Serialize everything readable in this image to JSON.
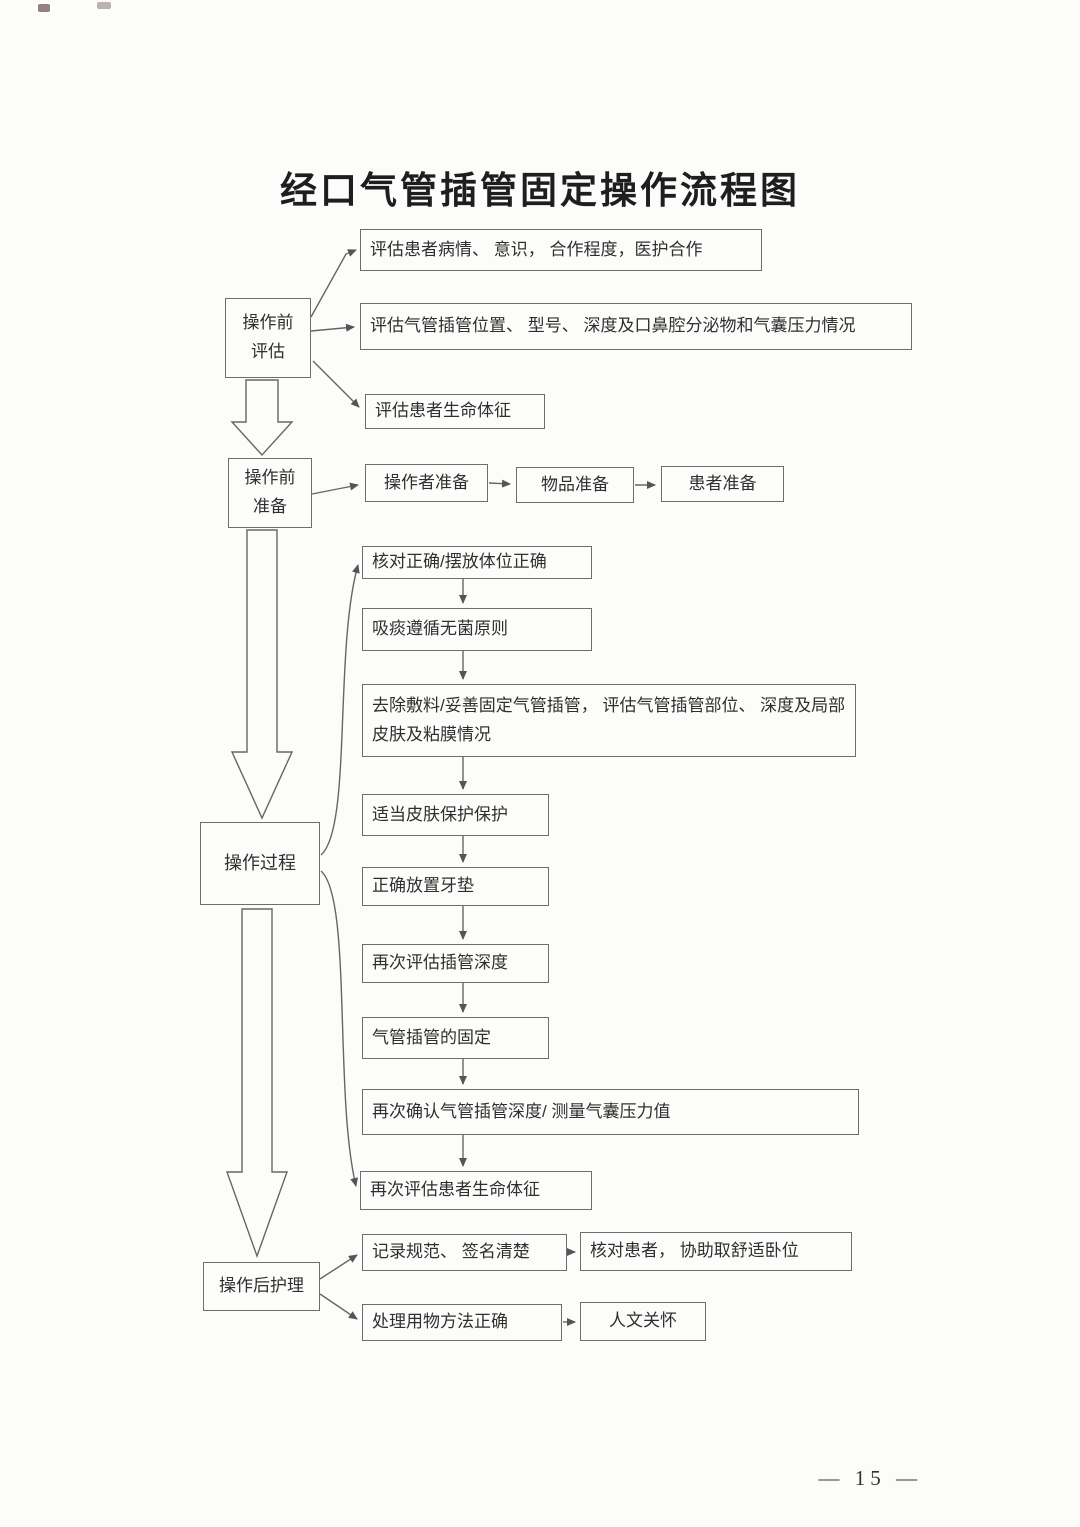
{
  "colors": {
    "paper": "#fcfcfb",
    "ink": "#2f2f2f",
    "line": "#6a6a6a"
  },
  "title": "经口气管插管固定操作流程图",
  "stages": {
    "pre_assessment": {
      "line1": "操作前",
      "line2": "评估"
    },
    "pre_preparation": {
      "line1": "操作前",
      "line2": "准备"
    },
    "process": "操作过程",
    "post_care": "操作后护理"
  },
  "assessment": {
    "condition": "评估患者病情、 意识， 合作程度，医护合作",
    "tube": "评估气管插管位置、 型号、 深度及口鼻腔分泌物和气囊压力情况",
    "vitals": "评估患者生命体征"
  },
  "preparation": {
    "operator": "操作者准备",
    "items": "物品准备",
    "patient": "患者准备"
  },
  "process_steps": [
    "核对正确/摆放体位正确",
    "吸痰遵循无菌原则",
    "去除敷料/妥善固定气管插管， 评估气管插管部位、 深度及局部皮肤及粘膜情况",
    "适当皮肤保护保护",
    "正确放置牙垫",
    "再次评估插管深度",
    "气管插管的固定",
    "再次确认气管插管深度/ 测量气囊压力值",
    "再次评估患者生命体征"
  ],
  "post_care": {
    "record": "记录规范、 签名清楚",
    "assist": "核对患者， 协助取舒适卧位",
    "handle": "处理用物方法正确",
    "care": "人文关怀"
  },
  "footer": {
    "page_number": "— 15 —"
  }
}
